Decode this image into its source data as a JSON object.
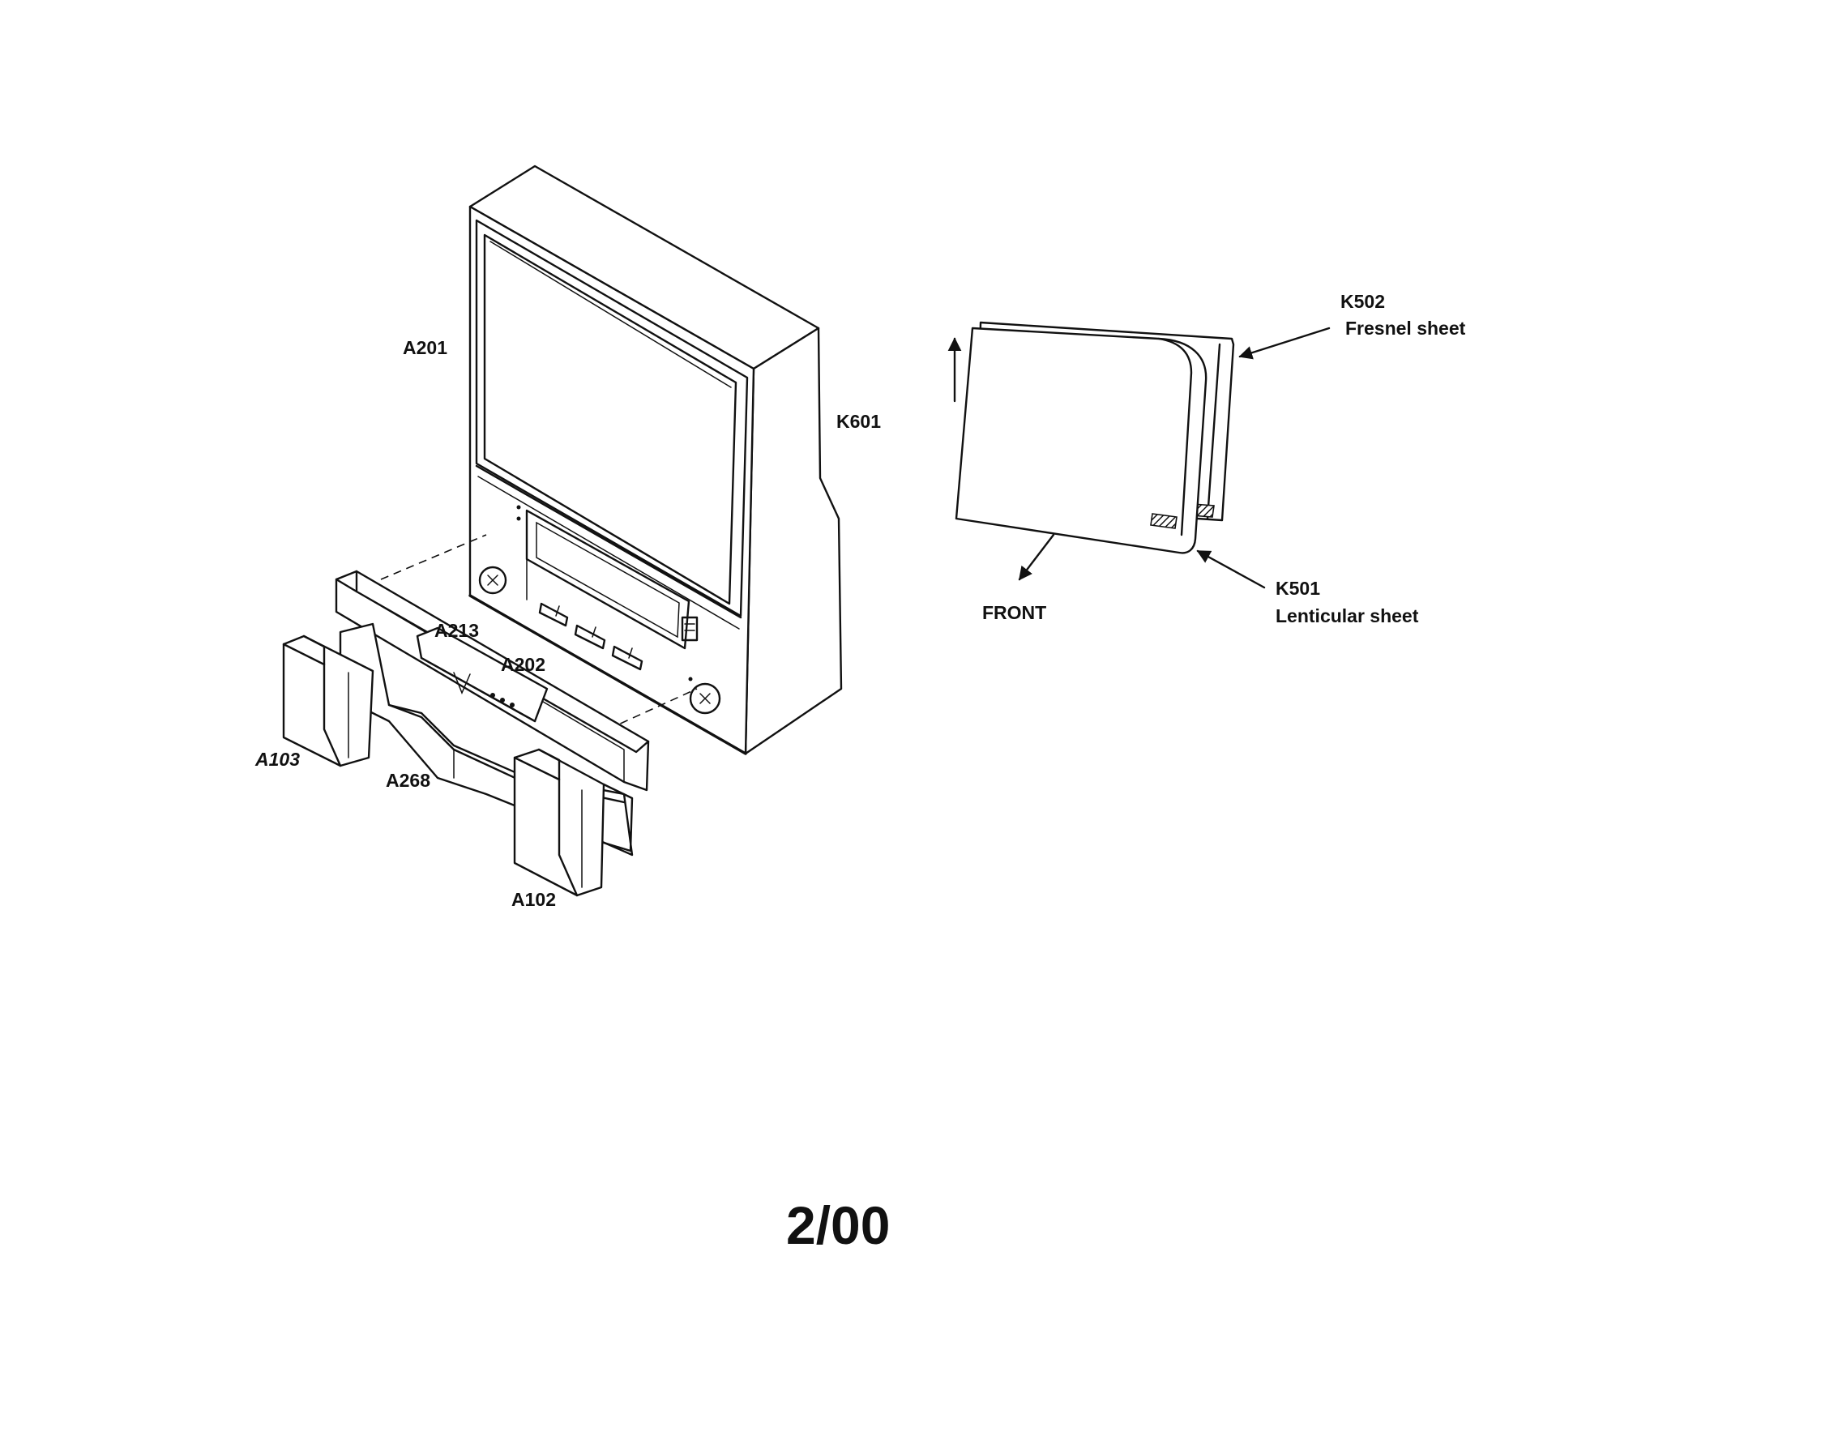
{
  "labels": {
    "a201": "A201",
    "k601": "K601",
    "a213": "A213",
    "a202": "A202",
    "a103": "A103",
    "a268": "A268",
    "a102": "A102",
    "k502": "K502",
    "k502_desc": "Fresnel sheet",
    "k501": "K501",
    "k501_desc": "Lenticular sheet",
    "front": "FRONT"
  },
  "page_number": "2/00",
  "colors": {
    "ink": "#111111",
    "paper": "#ffffff"
  }
}
